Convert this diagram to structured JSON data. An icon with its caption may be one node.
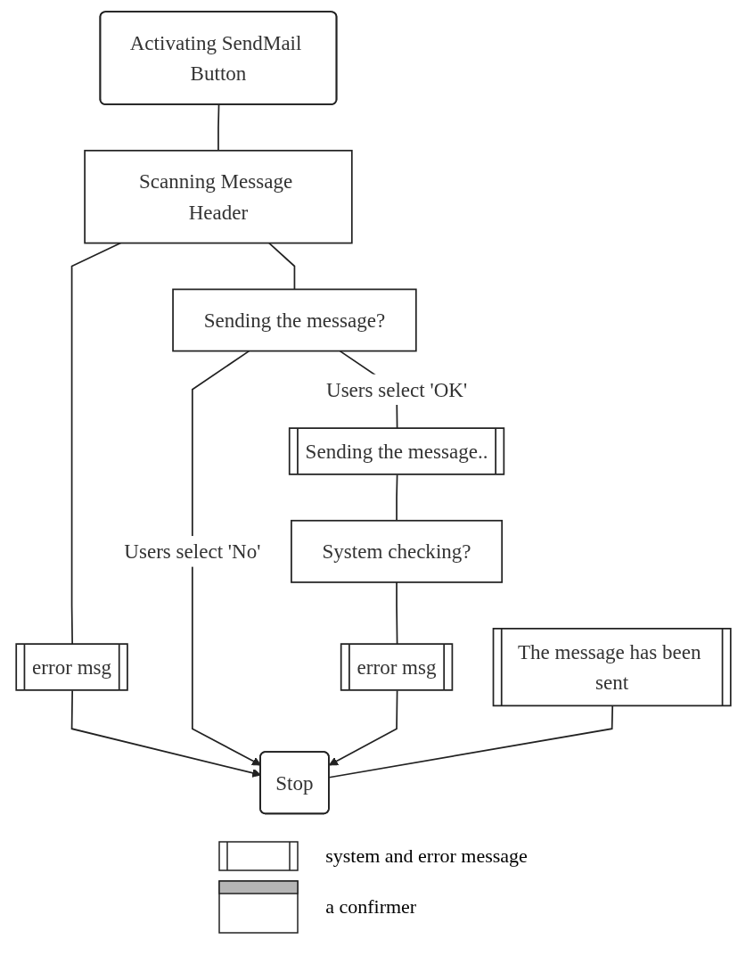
{
  "diagram": {
    "nodes": [
      {
        "text": [
          "Activating SendMail Button"
        ]
      },
      {
        "text": [
          "Scanning Message Header"
        ]
      },
      {
        "text": [
          "error msg"
        ]
      },
      {
        "text": [
          "Sending the message?"
        ]
      },
      {
        "text": [
          "Sending the message.."
        ]
      },
      {
        "text": [
          "System checking?"
        ]
      },
      {
        "text": [
          "error msg"
        ]
      },
      {
        "text": [
          "The message has been sent"
        ]
      },
      {
        "text": [
          "Stop"
        ]
      }
    ],
    "edges": [
      {
        "from": 0,
        "to": 1,
        "arrow": "none"
      },
      {
        "from": 1,
        "to": 2,
        "arrow": "none"
      },
      {
        "from": 2,
        "to": 8,
        "arrow": "to"
      },
      {
        "from": 1,
        "to": 3,
        "arrow": "none"
      },
      {
        "from": 3,
        "to": 8,
        "arrow": "to",
        "label": "Users select 'No'"
      },
      {
        "from": 3,
        "to": 4,
        "arrow": "none",
        "label": "Users select 'OK'"
      },
      {
        "from": 4,
        "to": 5,
        "arrow": "none"
      },
      {
        "from": 5,
        "to": 6,
        "arrow": "none"
      },
      {
        "from": 6,
        "to": 8,
        "arrow": "to"
      },
      {
        "from": 7,
        "to": 8,
        "arrow": "none"
      }
    ],
    "legend": [
      {
        "text": "system and error message"
      },
      {
        "text": "a confirmer"
      }
    ]
  }
}
